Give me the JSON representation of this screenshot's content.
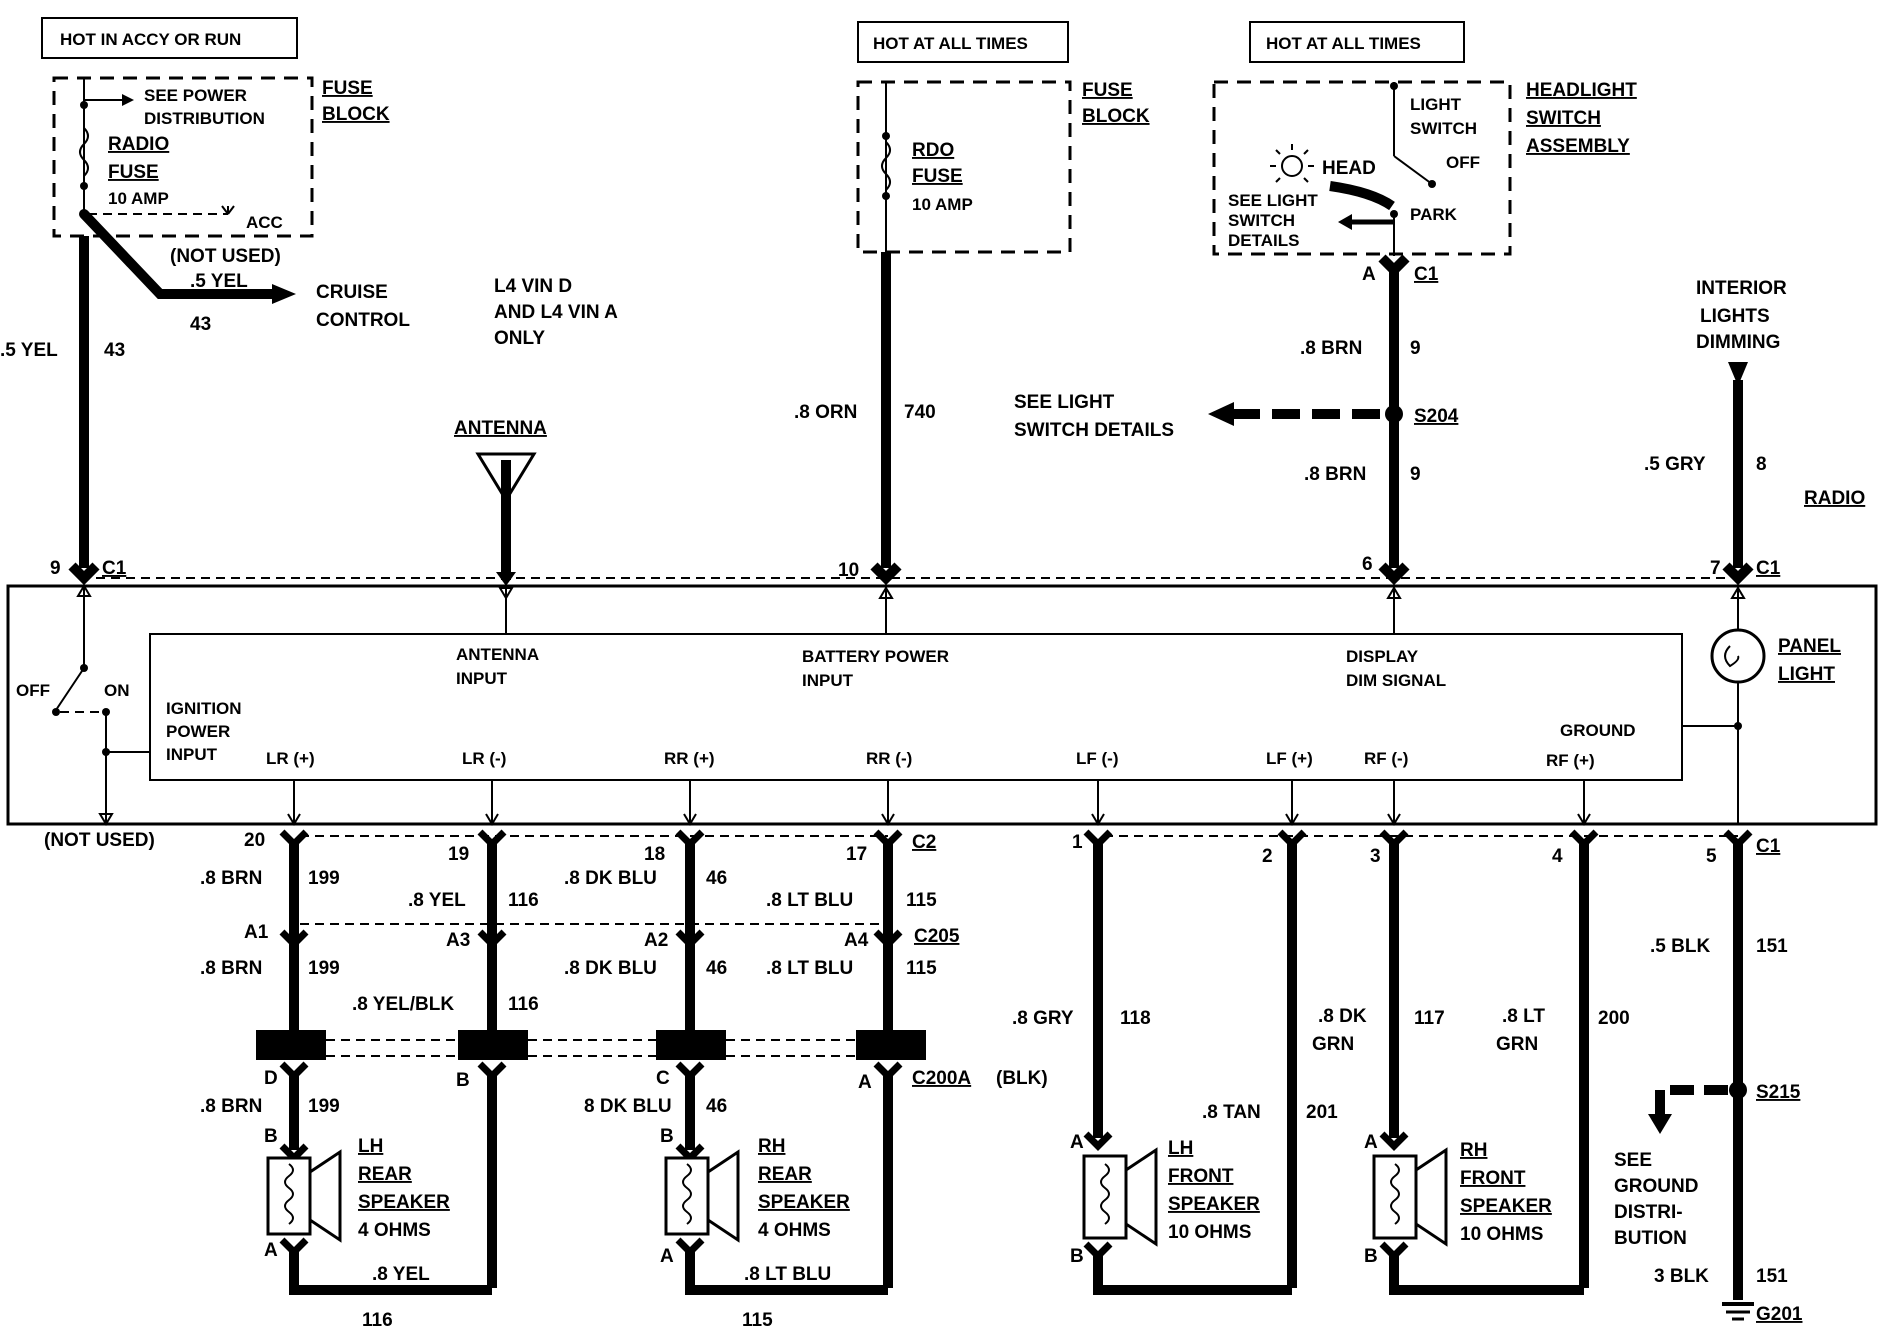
{
  "top_labels": {
    "hot_accy_run": "HOT IN ACCY OR RUN",
    "hot_all_times_1": "HOT AT ALL TIMES",
    "hot_all_times_2": "HOT AT ALL TIMES"
  },
  "fuse_block_1": {
    "title_1": "FUSE",
    "title_2": "BLOCK",
    "see_power_1": "SEE POWER",
    "see_power_2": "DISTRIBUTION",
    "fuse_name_1": "RADIO",
    "fuse_name_2": "FUSE",
    "rating": "10 AMP",
    "acc": "ACC"
  },
  "fuse_block_2": {
    "title_1": "FUSE",
    "title_2": "BLOCK",
    "fuse_name_1": "RDO",
    "fuse_name_2": "FUSE",
    "rating": "10 AMP"
  },
  "headlight_switch": {
    "title_1": "HEADLIGHT",
    "title_2": "SWITCH",
    "title_3": "ASSEMBLY",
    "light_switch_1": "LIGHT",
    "light_switch_2": "SWITCH",
    "head": "HEAD",
    "off": "OFF",
    "park": "PARK",
    "see_details_1": "SEE LIGHT",
    "see_details_2": "SWITCH",
    "see_details_3": "DETAILS",
    "pin": "A",
    "conn": "C1"
  },
  "cruise": {
    "not_used": "(NOT USED)",
    "wire": ".5 YEL",
    "circuit": "43",
    "dest_1": "CRUISE",
    "dest_2": "CONTROL"
  },
  "note": {
    "line_1": "L4 VIN D",
    "line_2": "AND L4 VIN A",
    "line_3": "ONLY"
  },
  "wires_top": {
    "ign_wire": ".5 YEL",
    "ign_circuit": "43",
    "batt_wire": ".8 ORN",
    "batt_circuit": "740",
    "dim_wire_1": ".8 BRN",
    "dim_circuit_1": "9",
    "dim_wire_2": ".8 BRN",
    "dim_circuit_2": "9",
    "splice": "S204",
    "see_light_1": "SEE LIGHT",
    "see_light_2": "SWITCH DETAILS",
    "int_1": "INTERIOR",
    "int_2": "LIGHTS",
    "int_3": "DIMMING",
    "int_wire": ".5 GRY",
    "int_circuit": "8"
  },
  "antenna": "ANTENNA",
  "radio": {
    "name": "RADIO",
    "pins_top": {
      "p9": "9",
      "c1a": "C1",
      "p10": "10",
      "p6": "6",
      "p7": "7",
      "c1b": "C1"
    },
    "ant_in_1": "ANTENNA",
    "ant_in_2": "INPUT",
    "batt_in_1": "BATTERY POWER",
    "batt_in_2": "INPUT",
    "dim_in_1": "DISPLAY",
    "dim_in_2": "DIM SIGNAL",
    "panel_1": "PANEL",
    "panel_2": "LIGHT",
    "ign_1": "IGNITION",
    "ign_2": "POWER",
    "ign_3": "INPUT",
    "off": "OFF",
    "on": "ON",
    "ground": "GROUND",
    "outputs": [
      "LR (+)",
      "LR (-)",
      "RR (+)",
      "RR (-)",
      "LF (-)",
      "LF (+)",
      "RF (-)",
      "RF (+)"
    ],
    "not_used": "(NOT USED)"
  },
  "bottom_pins": {
    "p20": "20",
    "p19": "19",
    "p18": "18",
    "p17": "17",
    "c2": "C2",
    "p1": "1",
    "p2": "2",
    "p3": "3",
    "p4": "4",
    "p5": "5",
    "c1": "C1"
  },
  "rear_wires": {
    "w1": ".8 BRN",
    "c1": "199",
    "w2": ".8 YEL",
    "c2": "116",
    "w3": ".8 DK BLU",
    "c3": "46",
    "w4": ".8 LT BLU",
    "c4": "115",
    "c205": "C205",
    "a1": "A1",
    "a3": "A3",
    "a2": "A2",
    "a4": "A4",
    "w5": ".8 BRN",
    "c5": "199",
    "w6": ".8 YEL/BLK",
    "c6": "116",
    "w7": ".8 DK BLU",
    "c7": "46",
    "w8": ".8 LT BLU",
    "c8": "115",
    "c200a": "C200A",
    "c200a_color": "(BLK)",
    "d": "D",
    "b": "B",
    "c": "C",
    "a": "A",
    "w9": ".8 BRN",
    "c9": "199",
    "w10": "8 DK BLU",
    "c10": "46",
    "bottom_w1": ".8 YEL",
    "bottom_c1": "116",
    "bottom_w2": ".8 LT BLU",
    "bottom_c2": "115"
  },
  "front_wires": {
    "w1": ".8 GRY",
    "c1": "118",
    "w2a": ".8 DK",
    "w2b": "GRN",
    "c2": "117",
    "w3a": ".8 LT",
    "w3b": "GRN",
    "c3": "200",
    "w4": ".8 TAN",
    "c4": "201"
  },
  "ground": {
    "wire": ".5 BLK",
    "circuit": "151",
    "splice": "S215",
    "see_1": "SEE",
    "see_2": "GROUND",
    "see_3": "DISTRI-",
    "see_4": "BUTION",
    "wire_2": "3 BLK",
    "circuit_2": "151",
    "g": "G201"
  },
  "speakers": {
    "lh_rear": [
      "LH",
      "REAR",
      "SPEAKER",
      "4 OHMS"
    ],
    "rh_rear": [
      "RH",
      "REAR",
      "SPEAKER",
      "4 OHMS"
    ],
    "lh_front": [
      "LH",
      "FRONT",
      "SPEAKER",
      "10 OHMS"
    ],
    "rh_front": [
      "RH",
      "FRONT",
      "SPEAKER",
      "10 OHMS"
    ],
    "pin_b": "B",
    "pin_a": "A"
  }
}
